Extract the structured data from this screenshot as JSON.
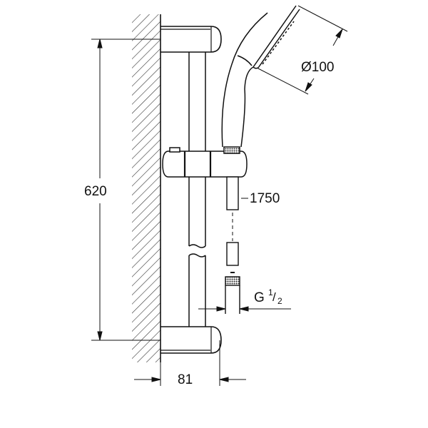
{
  "dimensions": {
    "height": "620",
    "head_diameter": "Ø100",
    "hose_length": "1750",
    "thread": {
      "letter": "G",
      "num": "1",
      "den": "2"
    },
    "projection": "81"
  },
  "colors": {
    "line": "#111111",
    "background": "#ffffff"
  }
}
